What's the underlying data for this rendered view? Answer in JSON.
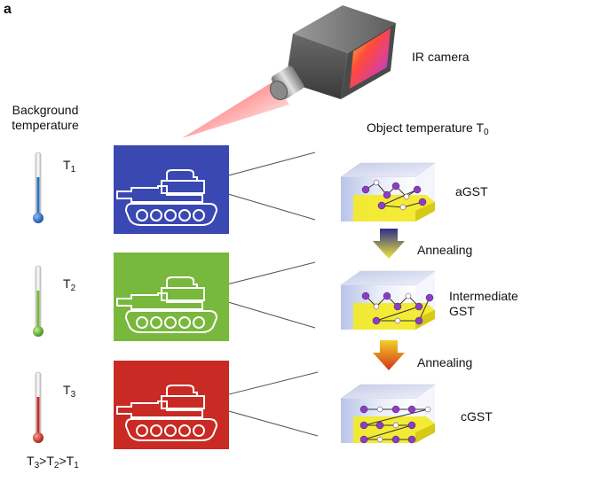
{
  "panel_label": "a",
  "camera": {
    "label": "IR camera"
  },
  "background_title": {
    "line1": "Background",
    "line2": "temperature"
  },
  "object_title": {
    "text": "Object temperature T",
    "sub": "0"
  },
  "thermometers": [
    {
      "t": "T",
      "sub": "1",
      "color": "#2f73c2"
    },
    {
      "t": "T",
      "sub": "2",
      "color": "#77b83a"
    },
    {
      "t": "T",
      "sub": "3",
      "color": "#cc2a20"
    }
  ],
  "panels": [
    {
      "color": "#3a48b2"
    },
    {
      "color": "#78b83c"
    },
    {
      "color": "#c92a23"
    }
  ],
  "states": [
    {
      "label": "aGST"
    },
    {
      "label_line1": "Intermediate",
      "label_line2": "GST"
    },
    {
      "label": "cGST"
    }
  ],
  "annealing": [
    "Annealing",
    "Annealing"
  ],
  "relation": {
    "a": "T",
    "a_sub": "3",
    "b": "T",
    "b_sub": "2",
    "c": "T",
    "c_sub": "1",
    "sep": ">"
  }
}
